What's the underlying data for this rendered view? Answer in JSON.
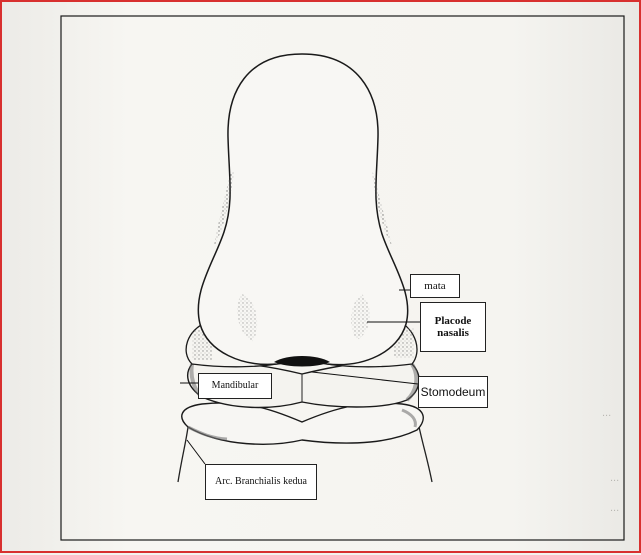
{
  "diagram": {
    "labels": {
      "mata": "mata",
      "placode_nasalis": "Placode\nnasalis",
      "mandibular": "Mandibular",
      "stomodeum": "Stomodeum",
      "arc_branchialis": "Arc. Branchialis kedua"
    },
    "colors": {
      "frame_border": "#d8302f",
      "outline": "#1a1a1a",
      "shading": "#777777",
      "label_fill": "#ffffff"
    }
  },
  "bleed_through_text": {
    "fragments": [
      "...",
      "...",
      "..."
    ]
  }
}
